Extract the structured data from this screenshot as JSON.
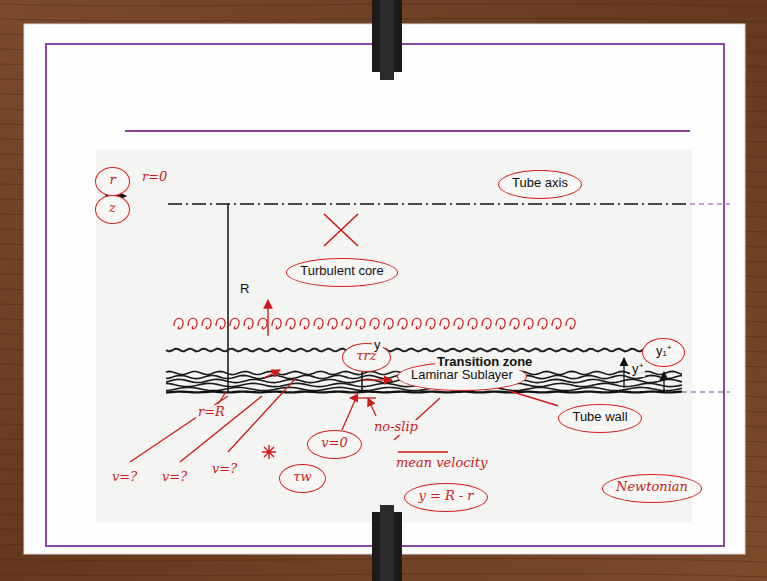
{
  "diagram": {
    "nodes": [
      {
        "text": [
          "r"
        ]
      },
      {
        "text": [
          "z"
        ]
      },
      {
        "text": [
          "Tube axis"
        ]
      },
      {
        "text": [
          "Turbulent core"
        ]
      },
      {
        "text": [
          "τrz"
        ]
      },
      {
        "text": [
          "Laminar Sublayer"
        ]
      },
      {
        "text": [
          "Tube wall"
        ]
      },
      {
        "text": [
          "y₁⁺"
        ]
      },
      {
        "text": [
          "v=0"
        ]
      },
      {
        "text": [
          "τw"
        ]
      },
      {
        "text": [
          "y = R - r"
        ]
      },
      {
        "text": [
          "Newtonian"
        ]
      }
    ],
    "edges": [
      {
        "from": 6,
        "to": 5,
        "arrow": "none"
      }
    ],
    "labels": [
      "r=0",
      "R",
      "y",
      "Transition zone",
      "y⁺",
      "r=R",
      "v=?",
      "v=?",
      "v=?",
      "no-slip",
      "mean velocity"
    ]
  }
}
